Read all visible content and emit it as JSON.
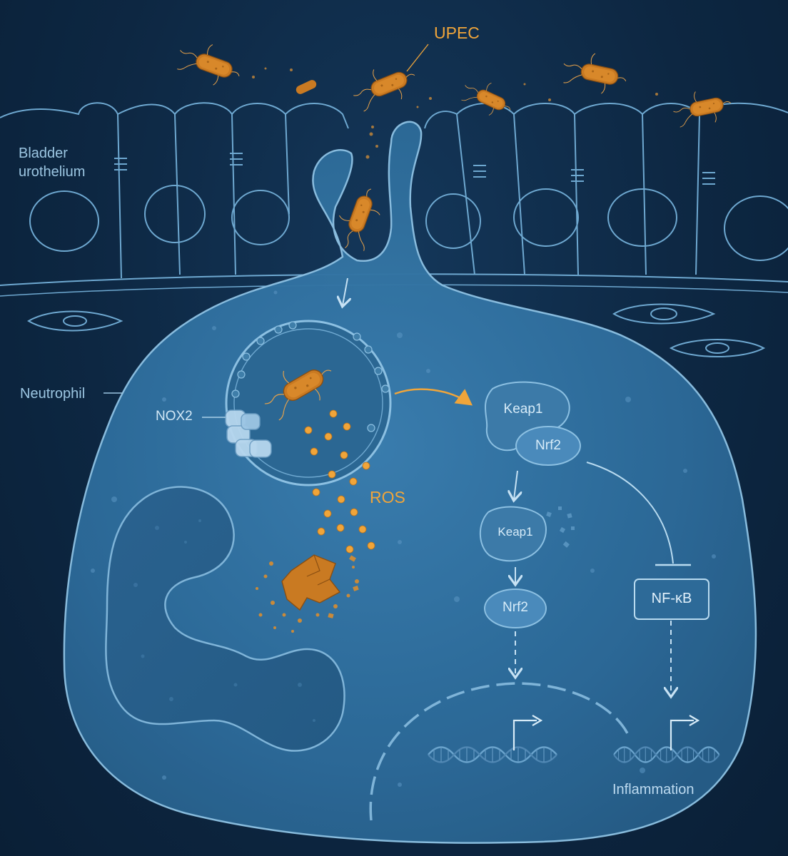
{
  "labels": {
    "upec": "UPEC",
    "bladder_line1": "Bladder",
    "bladder_line2": "urothelium",
    "neutrophil": "Neutrophil",
    "nox2": "NOX2",
    "ros": "ROS",
    "keap1_top": "Keap1",
    "nrf2_top": "Nrf2",
    "keap1_free": "Keap1",
    "nrf2_free": "Nrf2",
    "nfkb": "NF-κB",
    "inflammation": "Inflammation"
  },
  "colors": {
    "background": "#0d2742",
    "cell_fill": "#2f6f9e",
    "outline": "#7fb4d8",
    "bacteria": "#d98a2b",
    "ros": "#f0a53a",
    "label_orange": "#f0a53a",
    "label_light": "#cfe6f5"
  },
  "icons": [
    "bacterium-icon",
    "ros-particle-icon",
    "dna-helix-icon",
    "transcription-arrow-icon",
    "inhibition-bar-icon"
  ]
}
